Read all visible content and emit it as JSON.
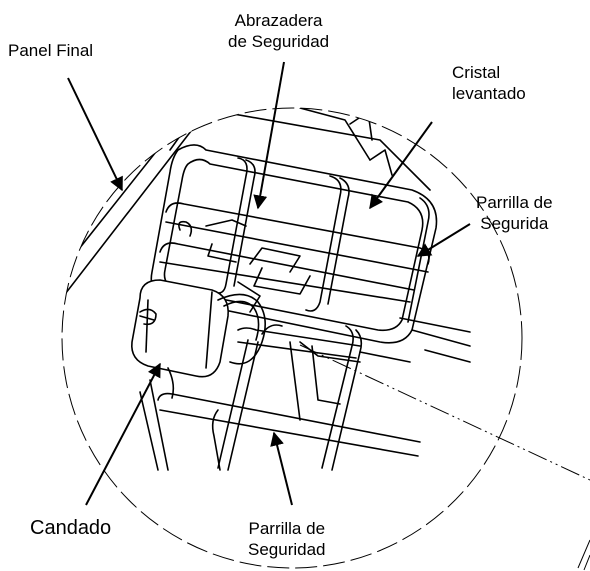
{
  "callouts": {
    "panel_final": {
      "line1": "Panel Final"
    },
    "abrazadera": {
      "line1": "Abrazadera",
      "line2": "de Seguridad"
    },
    "cristal": {
      "line1": "Cristal",
      "line2": "levantado"
    },
    "parrilla_right": {
      "line1": "Parrilla de",
      "line2": "Segurida"
    },
    "candado": {
      "line1": "Candado"
    },
    "parrilla_bottom": {
      "line1": "Parrilla de",
      "line2": "Seguridad"
    }
  },
  "colors": {
    "line": "#000000",
    "background": "#ffffff"
  }
}
